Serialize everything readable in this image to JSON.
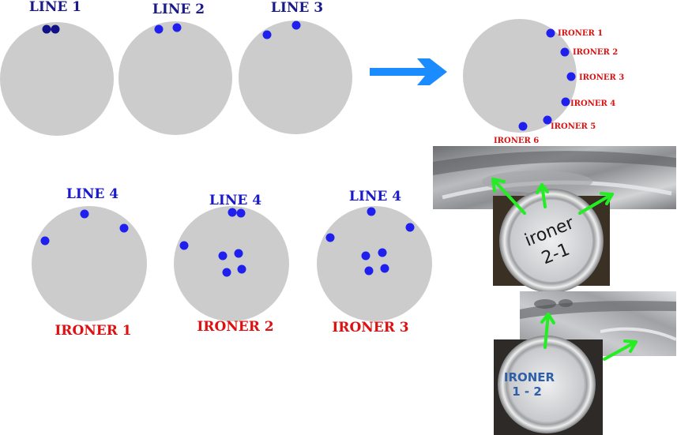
{
  "colors": {
    "disc": "#cccccc",
    "dot": "#2020ee",
    "dot_dark": "#111188",
    "line_label": "#1a1acc",
    "line_label_dark": "#1a1a88",
    "ironer_label": "#dd1111",
    "arrow_blue": "#1a8cff",
    "arrow_green": "#22ee22"
  },
  "discs_top": [
    {
      "label": "LINE 1"
    },
    {
      "label": "LINE 2"
    },
    {
      "label": "LINE 3"
    }
  ],
  "discs_bottom": [
    {
      "label": "LINE 4",
      "sublabel": "IRONER 1"
    },
    {
      "label": "LINE 4",
      "sublabel": "IRONER 2"
    },
    {
      "label": "LINE 4",
      "sublabel": "IRONER 3"
    }
  ],
  "summary": {
    "ironers": [
      "IRONER 1",
      "IRONER 2",
      "IRONER 3",
      "IRONER 4",
      "IRONER 5",
      "IRONER 6"
    ]
  },
  "photos": {
    "top_can_text_line1": "ironer",
    "top_can_text_line2": "2-1",
    "bottom_can_text_line1": "IRONER",
    "bottom_can_text_line2": "1 - 2"
  }
}
